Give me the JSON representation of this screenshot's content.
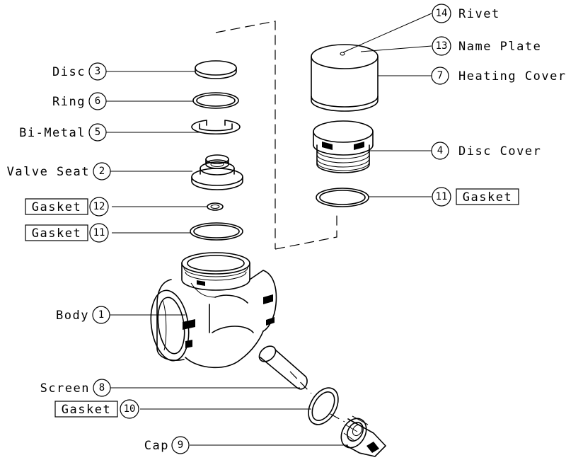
{
  "callouts": [
    {
      "id": "disc",
      "number": "3",
      "name": "Disc",
      "boxed": false
    },
    {
      "id": "ring",
      "number": "6",
      "name": "Ring",
      "boxed": false
    },
    {
      "id": "bimetal",
      "number": "5",
      "name": "Bi-Metal",
      "boxed": false
    },
    {
      "id": "valve-seat",
      "number": "2",
      "name": "Valve Seat",
      "boxed": false
    },
    {
      "id": "gasket-12",
      "number": "12",
      "name": "Gasket",
      "boxed": true
    },
    {
      "id": "gasket-11-left",
      "number": "11",
      "name": "Gasket",
      "boxed": true
    },
    {
      "id": "body",
      "number": "1",
      "name": "Body",
      "boxed": false
    },
    {
      "id": "screen",
      "number": "8",
      "name": "Screen",
      "boxed": false
    },
    {
      "id": "gasket-10",
      "number": "10",
      "name": "Gasket",
      "boxed": true
    },
    {
      "id": "cap",
      "number": "9",
      "name": "Cap",
      "boxed": false
    },
    {
      "id": "rivet",
      "number": "14",
      "name": "Rivet",
      "boxed": false
    },
    {
      "id": "name-plate",
      "number": "13",
      "name": "Name Plate",
      "boxed": false
    },
    {
      "id": "heating-cover",
      "number": "7",
      "name": "Heating Cover",
      "boxed": false
    },
    {
      "id": "disc-cover",
      "number": "4",
      "name": "Disc Cover",
      "boxed": false
    },
    {
      "id": "gasket-11-right",
      "number": "11",
      "name": "Gasket",
      "boxed": true
    }
  ]
}
